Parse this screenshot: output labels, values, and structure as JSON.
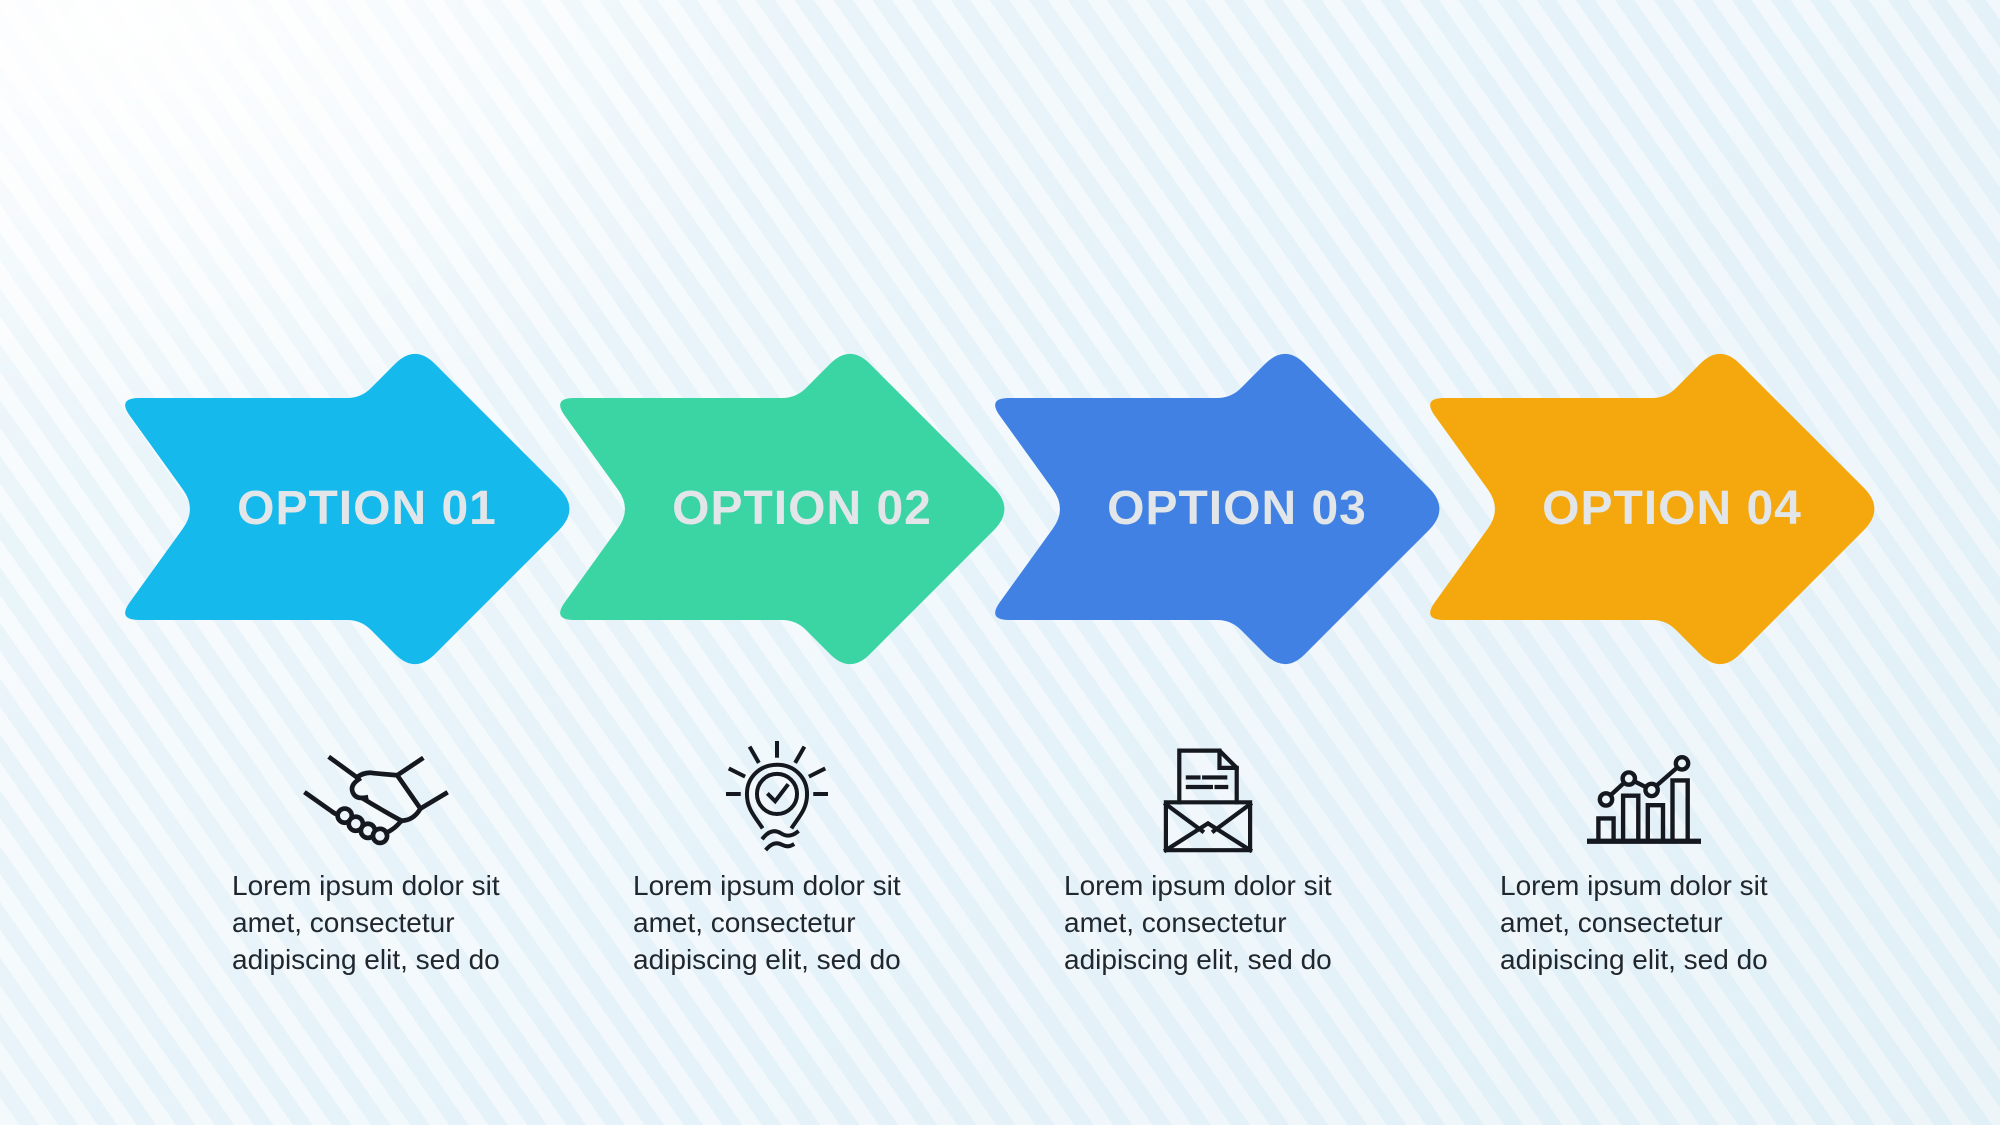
{
  "infographic": {
    "columns": [
      {
        "label": "OPTION 01",
        "color": "#16b9ec",
        "icon": "handshake-icon",
        "description": "Lorem ipsum dolor sit amet, consectetur adipiscing elit, sed do"
      },
      {
        "label": "OPTION 02",
        "color": "#3bd4a3",
        "icon": "lightbulb-check-icon",
        "description": "Lorem ipsum dolor sit amet, consectetur adipiscing elit, sed do"
      },
      {
        "label": "OPTION 03",
        "color": "#4181e4",
        "icon": "open-envelope-letter-icon",
        "description": "Lorem ipsum dolor sit amet, consectetur adipiscing elit, sed do"
      },
      {
        "label": "OPTION 04",
        "color": "#f5a80d",
        "icon": "bar-chart-trend-icon",
        "description": "Lorem ipsum dolor sit amet, consectetur adipiscing elit, sed do"
      }
    ],
    "colors": {
      "label_text": "#e2e6e8",
      "body_text": "#21272e",
      "icon_stroke": "#15191f",
      "background": "#ecf5fa"
    }
  }
}
